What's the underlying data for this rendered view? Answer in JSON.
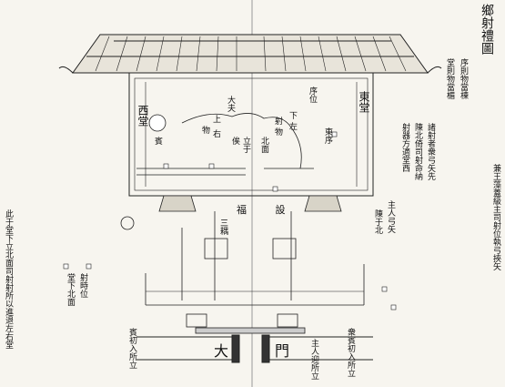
{
  "title": "鄉射禮圖",
  "hall": {
    "west": "西堂",
    "east": "東堂",
    "main_label": "福 設"
  },
  "gate": {
    "left": "大",
    "right": "門"
  },
  "notes": {
    "right_col1": "序則物當棟",
    "right_col2": "堂則物當楣",
    "right_col3": "諸射者衆弓矢先",
    "right_col4": "陳北倚司射命納",
    "right_col5": "射器方適堂西",
    "right_col6": "主人弓矢",
    "right_col7": "陳于北",
    "far_right": "兼王藻蓋級主司射位執弓挾矢",
    "far_left": "此于堂下立北面司射射所以進退左右堂",
    "left_col1": "堂下北面",
    "left_col2": "射時位",
    "bottom_left": "賓初入所立",
    "bottom_mid": "主人迎所立",
    "bottom_right": "衆賓初入所立"
  },
  "inner_labels": {
    "l1": "大夫",
    "l2": "序位",
    "l3": "物",
    "l4": "右",
    "l5": "上",
    "l6": "射",
    "l7": "物",
    "l8": "下",
    "l9": "左",
    "l10": "立于",
    "l11": "北面",
    "l12": "俟",
    "l13": "三耦",
    "l14": "賓",
    "l15": "東序"
  }
}
